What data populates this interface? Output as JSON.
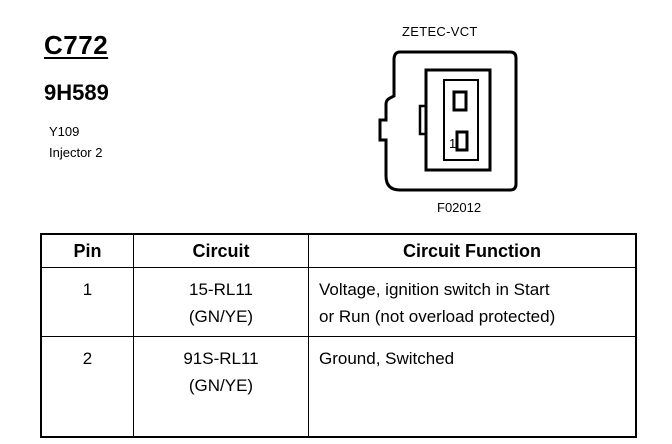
{
  "connector": {
    "id": "C772",
    "part_number": "9H589",
    "location_code": "Y109",
    "description": "Injector 2"
  },
  "diagram": {
    "variant": "ZETEC-VCT",
    "figure_id": "F02012",
    "pin_label": "1"
  },
  "table": {
    "headers": [
      "Pin",
      "Circuit",
      "Circuit Function"
    ],
    "rows": [
      {
        "pin": "1",
        "circuit": [
          "15-RL11",
          "(GN/YE)"
        ],
        "function": [
          "Voltage, ignition switch in Start",
          "or Run (not overload protected)"
        ]
      },
      {
        "pin": "2",
        "circuit": [
          "91S-RL11",
          "(GN/YE)"
        ],
        "function": [
          "Ground, Switched"
        ]
      }
    ]
  }
}
